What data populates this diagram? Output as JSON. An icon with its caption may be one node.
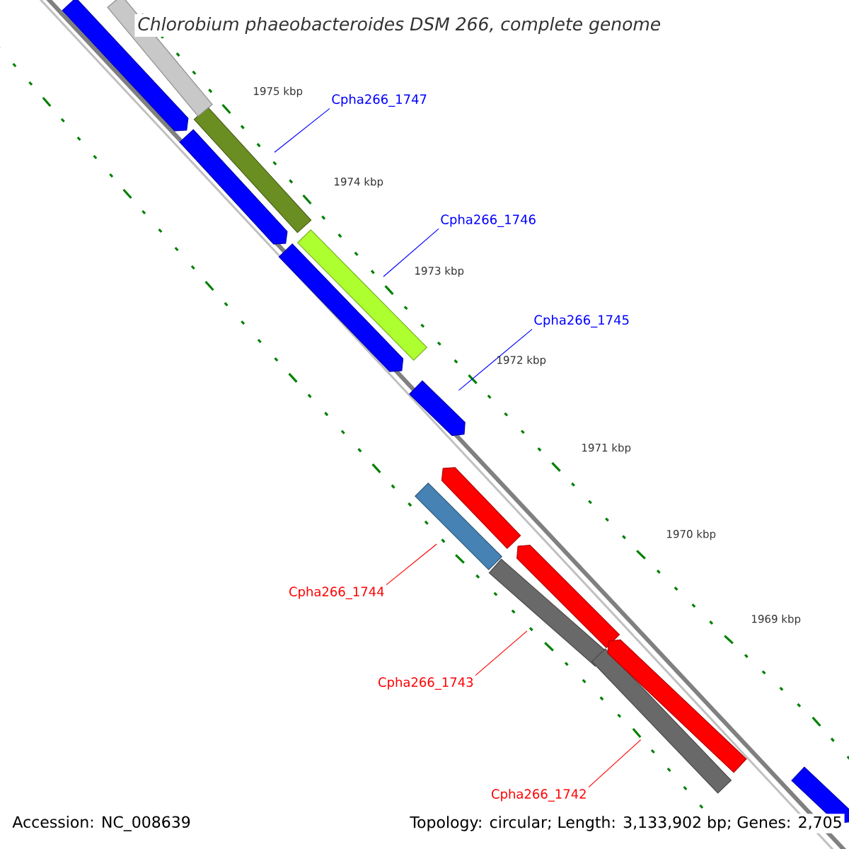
{
  "diagram": {
    "title": "Chlorobium phaeobacteroides DSM 266, complete genome",
    "nodes": [
      {
        "text": [
          "Cpha266_1747"
        ]
      },
      {
        "text": [],
        "shape": "bar"
      },
      {
        "text": [
          "Cpha266_1746"
        ]
      },
      {
        "text": [],
        "shape": "bar"
      },
      {
        "text": [
          "Cpha266_1745"
        ]
      },
      {
        "text": [],
        "shape": "arrow"
      },
      {
        "text": [
          "Cpha266_1744"
        ]
      },
      {
        "text": [],
        "shape": "bar"
      },
      {
        "text": [
          "Cpha266_1743"
        ]
      },
      {
        "text": [],
        "shape": "bar"
      },
      {
        "text": [
          "Cpha266_1742"
        ]
      },
      {
        "text": [],
        "shape": "bar"
      },
      {
        "text": [],
        "shape": "arrow"
      },
      {
        "text": [],
        "shape": "bar"
      },
      {
        "text": [],
        "shape": "arrow"
      },
      {
        "text": [],
        "shape": "arrow"
      },
      {
        "text": [],
        "shape": "arrow"
      },
      {
        "text": [],
        "shape": "arrow"
      },
      {
        "text": [],
        "shape": "arrow"
      },
      {
        "text": [],
        "shape": "arrow"
      }
    ],
    "edges": [
      {
        "from": 0,
        "to": 1,
        "arrow": "none"
      },
      {
        "from": 2,
        "to": 3,
        "arrow": "none"
      },
      {
        "from": 4,
        "to": 5,
        "arrow": "none"
      },
      {
        "from": 6,
        "to": 7,
        "arrow": "none",
        "color": "#ff0000"
      },
      {
        "from": 8,
        "to": 9,
        "arrow": "none",
        "color": "#ff0000"
      },
      {
        "from": 10,
        "to": 11,
        "arrow": "none",
        "color": "#ff0000"
      }
    ],
    "labels": [
      "1975 kbp",
      "1974 kbp",
      "1973 kbp",
      "1972 kbp",
      "1971 kbp",
      "1970 kbp",
      "1969 kbp",
      "Accession: NC_008639",
      "Topology: circular; Length: 3,133,902 bp; Genes: 2,705"
    ]
  }
}
